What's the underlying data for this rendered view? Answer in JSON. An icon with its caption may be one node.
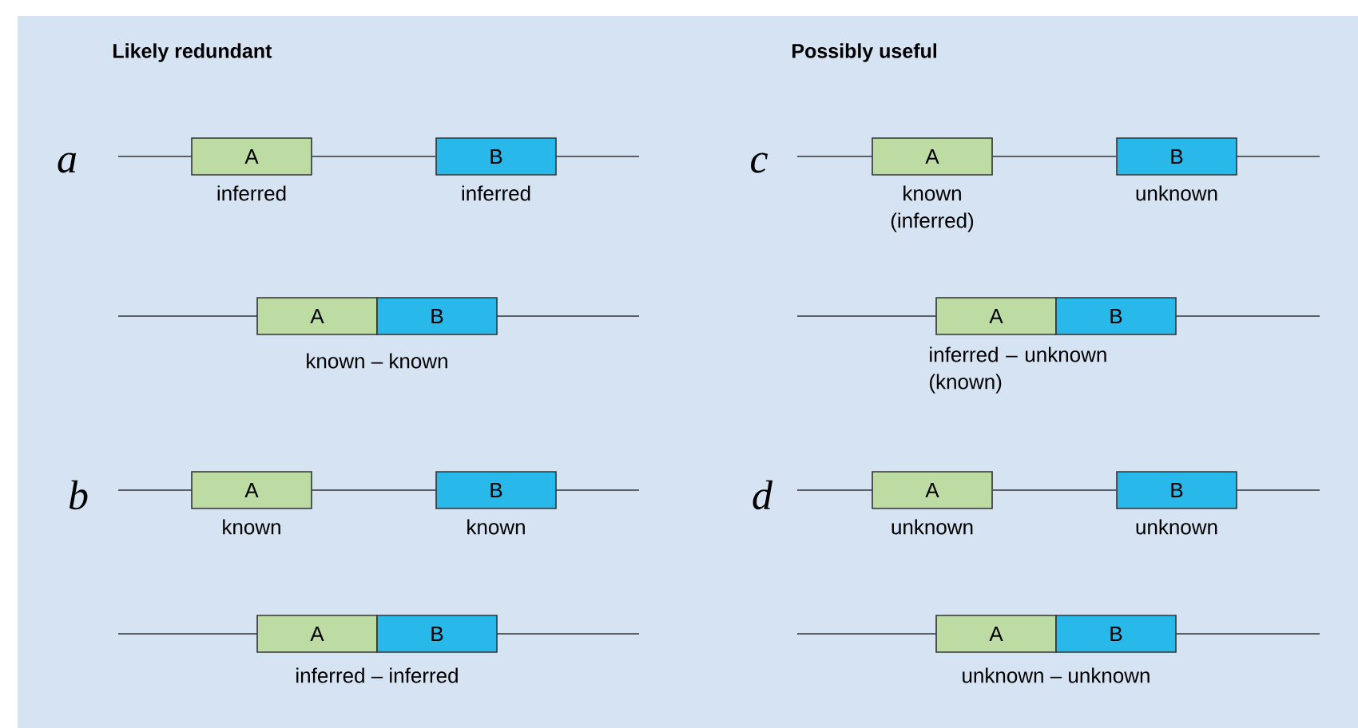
{
  "diagram": {
    "nodes": [
      {
        "text": [
          "A"
        ],
        "beside": [
          "inferred"
        ]
      },
      {
        "text": [
          "B"
        ],
        "beside": [
          "inferred"
        ]
      },
      {
        "text": [
          "A"
        ],
        "beside": [
          "known (inferred)"
        ]
      },
      {
        "text": [
          "B"
        ],
        "beside": [
          "unknown"
        ]
      },
      {
        "text": [
          "A"
        ]
      },
      {
        "text": [
          "B"
        ]
      },
      {
        "text": [
          "A"
        ]
      },
      {
        "text": [
          "B"
        ]
      },
      {
        "text": [
          "A"
        ],
        "beside": [
          "known"
        ]
      },
      {
        "text": [
          "B"
        ],
        "beside": [
          "known"
        ]
      },
      {
        "text": [
          "A"
        ],
        "beside": [
          "unknown"
        ]
      },
      {
        "text": [
          "B"
        ],
        "beside": [
          "unknown"
        ]
      },
      {
        "text": [
          "A"
        ]
      },
      {
        "text": [
          "B"
        ]
      },
      {
        "text": [
          "A"
        ]
      },
      {
        "text": [
          "B"
        ]
      }
    ],
    "edges": [
      {
        "from": 0,
        "to": 1,
        "arrow": "none"
      },
      {
        "from": 2,
        "to": 3,
        "arrow": "none"
      },
      {
        "from": 8,
        "to": 9,
        "arrow": "none"
      },
      {
        "from": 10,
        "to": 11,
        "arrow": "none"
      }
    ],
    "labels": [
      "Likely redundant",
      "Possibly useful",
      "a",
      "c",
      "known – known",
      "inferred – unknown (known)",
      "b",
      "d",
      "inferred – inferred",
      "unknown – unknown"
    ]
  }
}
